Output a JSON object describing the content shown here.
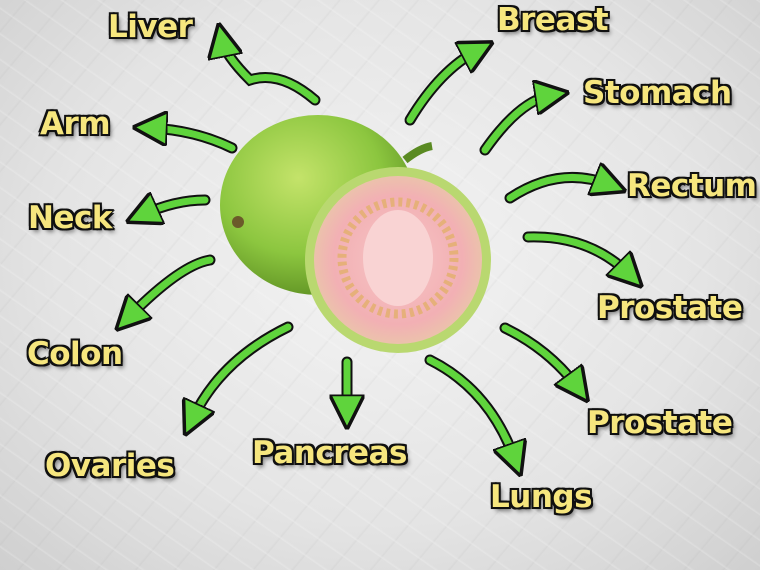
{
  "labels": {
    "liver": "Liver",
    "breast": "Breast",
    "arm": "Arm",
    "stomach": "Stomach",
    "rectum": "Rectum",
    "neck": "Neck",
    "prostate_1": "Prostate",
    "colon": "Colon",
    "prostate_2": "Prostate",
    "ovaries": "Ovaries",
    "pancreas": "Pancreas",
    "lungs": "Lungs"
  },
  "colors": {
    "label_fill": "#f6e67e",
    "arrow": "#5fd43c",
    "guava_skin": "#8cc63f",
    "guava_flesh": "#f3b8b8"
  }
}
